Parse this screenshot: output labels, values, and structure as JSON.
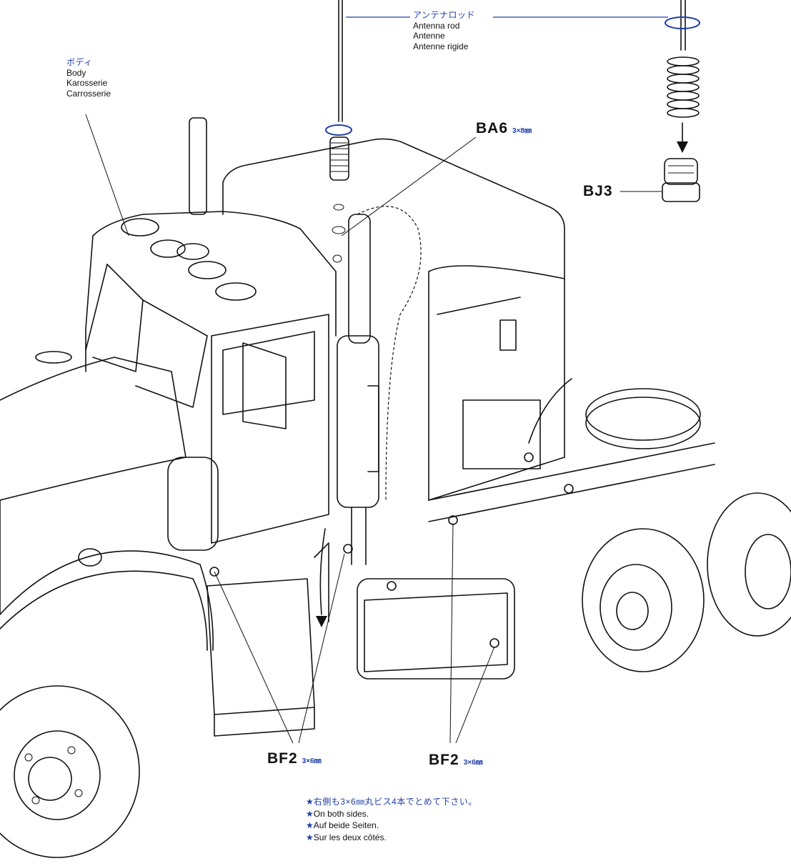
{
  "labels": {
    "antenna_rod": {
      "jp": "アンテナロッド",
      "en": "Antenna rod",
      "de": "Antenne",
      "fr": "Antenne rigide"
    },
    "body": {
      "jp": "ボディ",
      "en": "Body",
      "de": "Karosserie",
      "fr": "Carrosserie"
    }
  },
  "parts": {
    "ba6": {
      "code": "BA6",
      "size": "3×8㎜"
    },
    "bj3": {
      "code": "BJ3"
    },
    "bf2_left": {
      "code": "BF2",
      "size": "3×6㎜"
    },
    "bf2_right": {
      "code": "BF2",
      "size": "3×6㎜"
    }
  },
  "note": {
    "star": "★",
    "jp": "右側も3×6㎜丸ビス4本でとめて下さい。",
    "en": "On both sides.",
    "de": "Auf beide Seiten.",
    "fr": "Sur les deux côtés."
  },
  "colors": {
    "accent": "#1f3fa6",
    "ink": "#111111",
    "paper": "#ffffff"
  }
}
